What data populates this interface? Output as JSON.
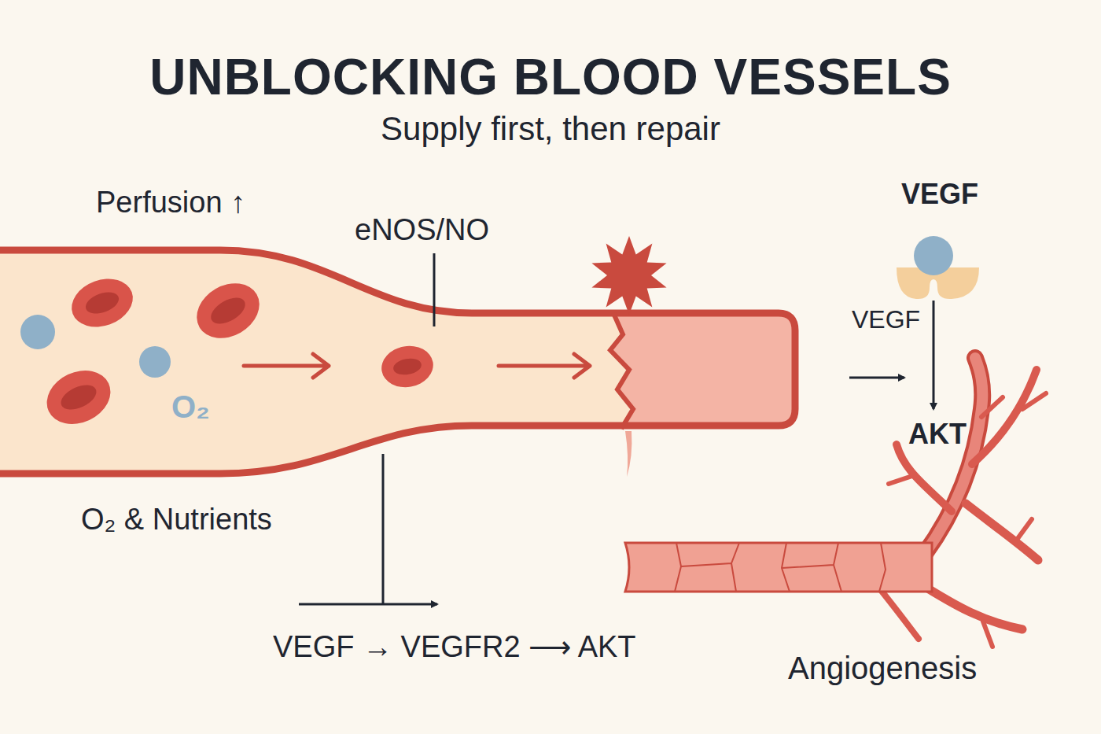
{
  "diagram": {
    "title": "UNBLOCKING BLOOD VESSELS",
    "labels": [
      "Supply first, then repair",
      "Perfusion ↑",
      "eNOS/NO",
      "O₂",
      "VEGF",
      "VEGF",
      "AKT",
      "O₂ & Nutrients",
      "VEGF → VEGFR2 ⟶ AKT",
      "Angiogenesis"
    ]
  }
}
